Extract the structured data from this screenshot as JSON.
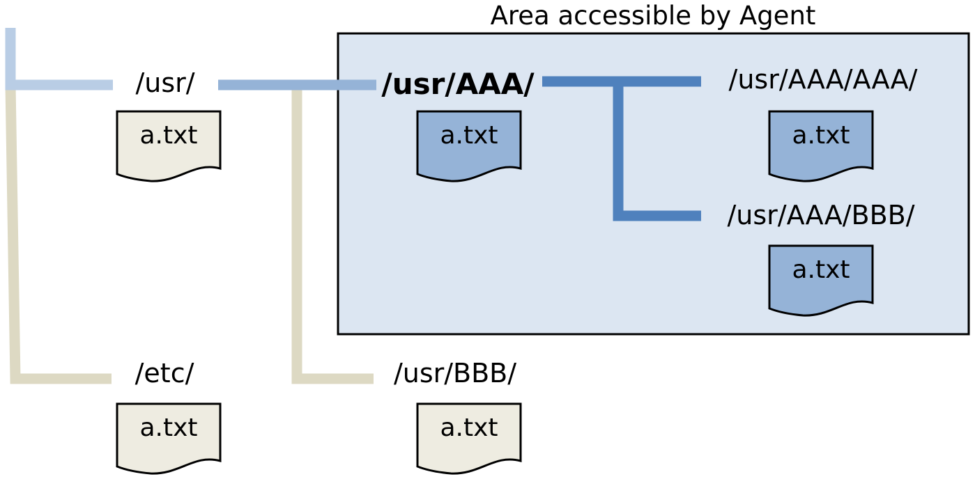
{
  "area": {
    "title": "Area accessible by Agent"
  },
  "directories": {
    "usr": "/usr/",
    "usr_aaa": "/usr/AAA/",
    "usr_aaa_aaa": "/usr/AAA/AAA/",
    "usr_aaa_bbb": "/usr/AAA/BBB/",
    "etc": "/etc/",
    "usr_bbb": "/usr/BBB/"
  },
  "files": {
    "usr": "a.txt",
    "usr_aaa": "a.txt",
    "usr_aaa_aaa": "a.txt",
    "usr_aaa_bbb": "a.txt",
    "etc": "a.txt",
    "usr_bbb": "a.txt"
  },
  "colors": {
    "accessible_area_fill": "#dce6f2",
    "accessible_file_fill": "#95b3d7",
    "inaccessible_file_fill": "#eeece1",
    "connector_light_blue": "#b9cde5",
    "connector_mid_blue": "#95b3d7",
    "connector_dark_blue": "#4f81bd",
    "connector_beige": "#ddd9c3"
  }
}
